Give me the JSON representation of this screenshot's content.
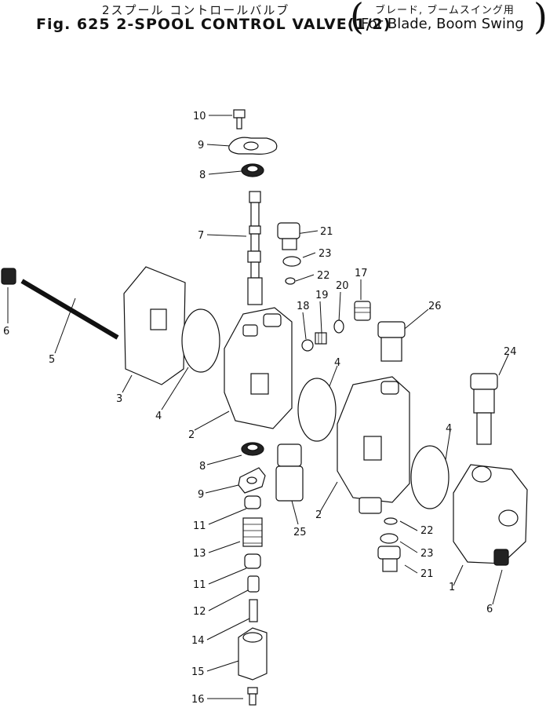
{
  "header": {
    "title_jp": "2スプール コントロールバルブ",
    "title_en": "Fig. 625 2-SPOOL CONTROL VALVE(1/2)",
    "subtitle_jp": "ブレード, ブームスイング用",
    "subtitle_en": "For Blade, Boom Swing"
  },
  "callouts": {
    "c10": "10",
    "c9a": "9",
    "c8a": "8",
    "c7": "7",
    "c21a": "21",
    "c23a": "23",
    "c22a": "22",
    "c17": "17",
    "c18": "18",
    "c19": "19",
    "c20": "20",
    "c26": "26",
    "c6a": "6",
    "c5": "5",
    "c3": "3",
    "c4a": "4",
    "c2a": "2",
    "c4b": "4",
    "c24": "24",
    "c8b": "8",
    "c9b": "9",
    "c4c": "4",
    "c25": "25",
    "c2b": "2",
    "c11a": "11",
    "c22b": "22",
    "c13": "13",
    "c23b": "23",
    "c21b": "21",
    "c1": "1",
    "c11b": "11",
    "c6b": "6",
    "c12": "12",
    "c14": "14",
    "c15": "15",
    "c16": "16"
  }
}
